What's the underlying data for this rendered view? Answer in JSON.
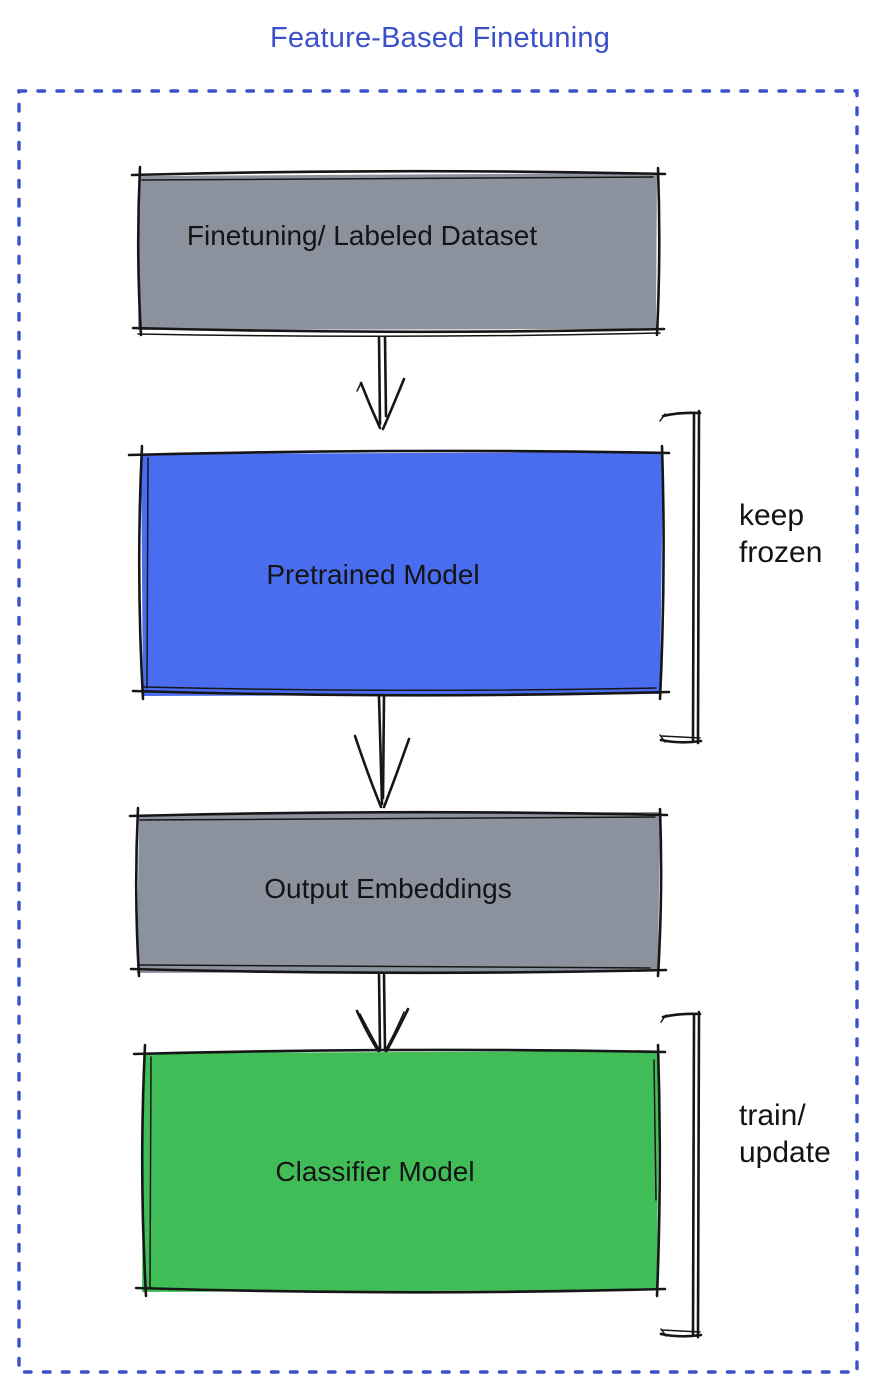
{
  "title": "Feature-Based Finetuning",
  "colors": {
    "title_text": "#3B51C9",
    "frame_border": "#3A51CB",
    "node_gray": "#8B929D",
    "node_blue": "#4A6DF0",
    "node_green": "#41BD58",
    "sketch_stroke": "#161616",
    "label_text": "#141414"
  },
  "nodes": {
    "dataset": {
      "label": "Finetuning/ Labeled Dataset",
      "color": "#8B929D"
    },
    "pretrained": {
      "label": "Pretrained Model",
      "color": "#4A6DF0"
    },
    "embeddings": {
      "label": "Output Embeddings",
      "color": "#8B929D"
    },
    "classifier": {
      "label": "Classifier Model",
      "color": "#41BD58"
    }
  },
  "annotations": {
    "keep_frozen": {
      "label": "keep\nfrozen"
    },
    "train_update": {
      "label": "train/\nupdate"
    }
  }
}
